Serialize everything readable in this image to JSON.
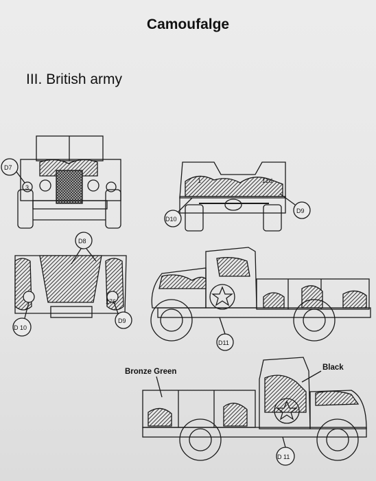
{
  "title": "Camoufalge",
  "subtitle": "III. British army",
  "callouts": {
    "front_left": "D7",
    "front_left_small": "3",
    "rear_small": "1",
    "rear_plate": "12d",
    "rear_left": "D10",
    "rear_right": "D9",
    "top_center": "D8",
    "top_left": "D 10",
    "top_right": "D9",
    "top_plate": "176",
    "side_upper": "D11",
    "side_lower": "D 11"
  },
  "color_labels": {
    "bronze_green": "Bronze Green",
    "black": "Black"
  }
}
